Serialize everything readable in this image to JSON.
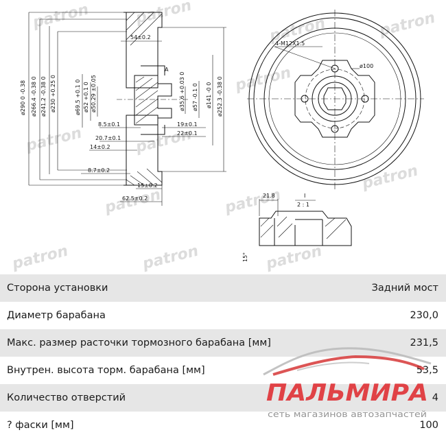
{
  "drawing": {
    "watermark": "patron",
    "dims_left": [
      "ø290 0 -0.38",
      "ø266.4 -0.38 0",
      "ø241.2 -0.38 0",
      "ø230 +0.25 0"
    ],
    "dims_top": [
      "54±0.2"
    ],
    "dims_hub": [
      "ø69.5 +0.1 0",
      "ø52 +0.1 0",
      "ø50.29 ±0.05",
      "ø35.6 +0.03 0",
      "ø57 -0.1 0",
      "ø141 -0 0",
      "ø252.3 -0.38 0"
    ],
    "dims_horizontal": [
      "8.5±0.1",
      "20.7±0.1",
      "14±0.2",
      "8.7±0.2",
      "19±0.1",
      "22±0.1",
      "15±0.2",
      "62.5±0.2"
    ],
    "section_mark": "A",
    "bolt_label": "4-M12X1.5",
    "pcd_label": "ø100",
    "detail_dim": "21.8",
    "detail_label": "I",
    "detail_scale": "2 : 1",
    "detail_angle": "15°"
  },
  "specs": [
    {
      "label": "Сторона установки",
      "value": "Задний мост"
    },
    {
      "label": "Диаметр барабана",
      "value": "230,0"
    },
    {
      "label": "Макс. размер расточки тормозного барабана [мм]",
      "value": "231,5"
    },
    {
      "label": "Внутрен. высота торм. барабана [мм]",
      "value": "53,5"
    },
    {
      "label": "Количество отверстий",
      "value": "4"
    },
    {
      "label": "? фаски [мм]",
      "value": "100"
    }
  ],
  "logo": {
    "name": "ПАЛЬМИРА",
    "tagline": "сеть магазинов автозапчастей",
    "colors": {
      "brand": "#e0262b",
      "car_outline": "#b8b8b8",
      "car_red": "#d32a2a"
    }
  }
}
